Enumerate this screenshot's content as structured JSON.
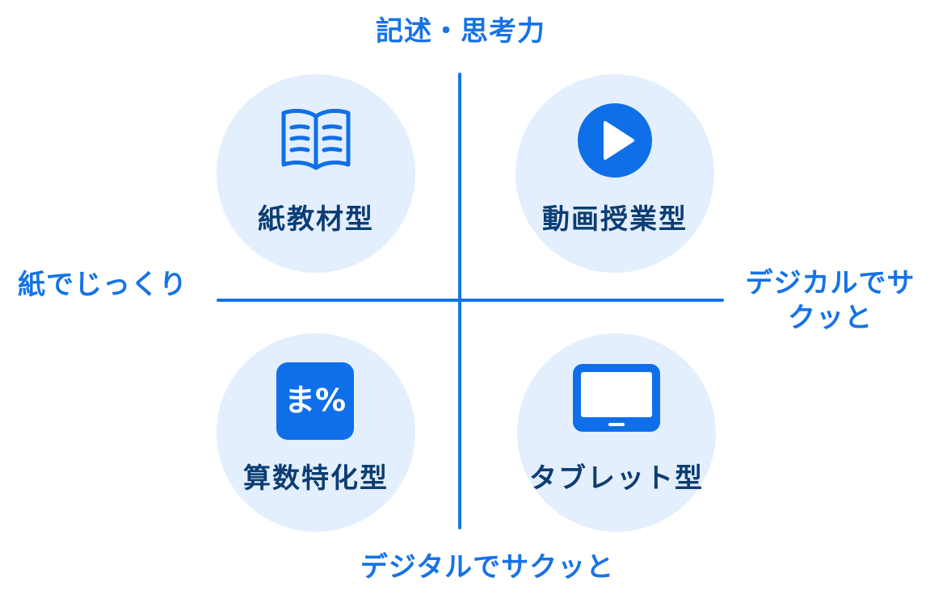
{
  "axes": {
    "top": "記述・思考力",
    "bottom": "デジタルでサクッと",
    "left": "紙でじっくり",
    "right": "デジカルでサクッと"
  },
  "quadrants": {
    "top_left": {
      "label": "紙教材型",
      "icon": "open-book-icon"
    },
    "top_right": {
      "label": "動画授業型",
      "icon": "play-button-icon"
    },
    "bottom_left": {
      "label": "算数特化型",
      "icon": "math-symbol-icon",
      "icon_text": "ま%"
    },
    "bottom_right": {
      "label": "タブレット型",
      "icon": "tablet-icon"
    }
  },
  "colors": {
    "accent": "#1673e6",
    "icon_blue": "#0f6fe8",
    "circle_fill": "#e3effc",
    "label_dark": "#0c3d73"
  }
}
